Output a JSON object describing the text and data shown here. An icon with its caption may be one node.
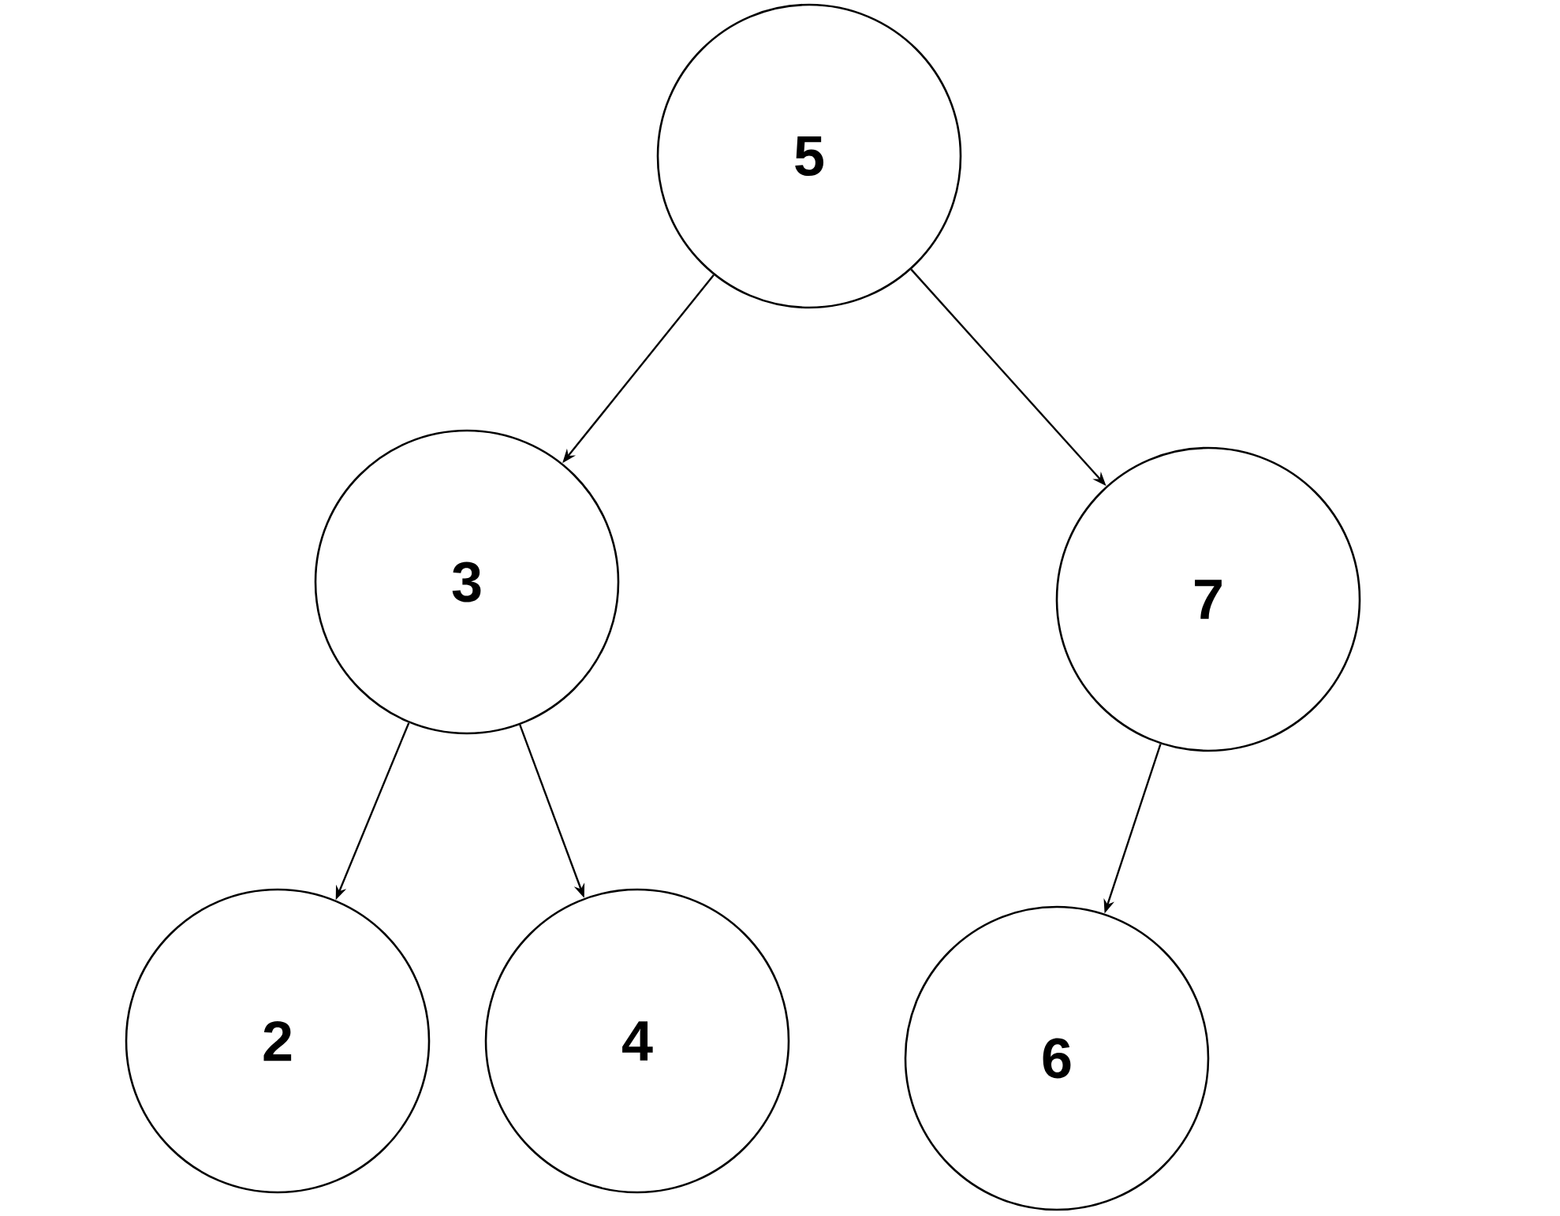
{
  "diagram": {
    "nodes": [
      {
        "text": [
          "5"
        ]
      },
      {
        "text": [
          "3"
        ]
      },
      {
        "text": [
          "7"
        ]
      },
      {
        "text": [
          "2"
        ]
      },
      {
        "text": [
          "4"
        ]
      },
      {
        "text": [
          "6"
        ]
      }
    ],
    "edges": [
      {
        "from": 0,
        "to": 1,
        "arrow": "to"
      },
      {
        "from": 0,
        "to": 2,
        "arrow": "to"
      },
      {
        "from": 1,
        "to": 3,
        "arrow": "to"
      },
      {
        "from": 1,
        "to": 4,
        "arrow": "to"
      },
      {
        "from": 2,
        "to": 5,
        "arrow": "to"
      }
    ]
  }
}
